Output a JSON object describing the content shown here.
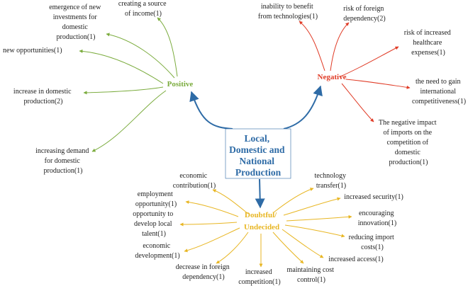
{
  "colors": {
    "center": "#2e6ba6",
    "positive": "#7aab3c",
    "negative": "#e03b26",
    "doubtful": "#e8b623",
    "label": "#222222"
  },
  "center": {
    "lines": [
      "Local,",
      "Domestic and",
      "National",
      "Production"
    ]
  },
  "positive": {
    "title": "Positive",
    "items": [
      {
        "lines": [
          "emergence of new",
          "investments for",
          "domestic",
          "production(1)"
        ]
      },
      {
        "lines": [
          "creating a source",
          "of income(1)"
        ]
      },
      {
        "lines": [
          "new opportunities(1)"
        ]
      },
      {
        "lines": [
          "increase in domestic",
          "production(2)"
        ]
      },
      {
        "lines": [
          "increasing demand",
          "for domestic",
          "production(1)"
        ]
      }
    ]
  },
  "negative": {
    "title": "Negative",
    "items": [
      {
        "lines": [
          "inability to benefit",
          "from technologies(1)"
        ]
      },
      {
        "lines": [
          "risk of foreign",
          "dependency(2)"
        ]
      },
      {
        "lines": [
          "risk of increased",
          "healthcare",
          "expenses(1)"
        ]
      },
      {
        "lines": [
          "the need to gain",
          "international",
          "competitiveness(1)"
        ]
      },
      {
        "lines": [
          "The negative impact",
          "of imports on the",
          "competition of",
          "domestic",
          "production(1)"
        ]
      }
    ]
  },
  "doubtful": {
    "title_lines": [
      "Doubtful/",
      "Undecided"
    ],
    "items": [
      {
        "lines": [
          "economic",
          "contribution(1)"
        ]
      },
      {
        "lines": [
          "employment",
          "opportunity(1)"
        ]
      },
      {
        "lines": [
          "opportunity to",
          "develop local",
          "talent(1)"
        ]
      },
      {
        "lines": [
          "economic",
          "development(1)"
        ]
      },
      {
        "lines": [
          "decrease in foreign",
          "dependency(1)"
        ]
      },
      {
        "lines": [
          "increased",
          "competition(1)"
        ]
      },
      {
        "lines": [
          "maintaining cost",
          "control(1)"
        ]
      },
      {
        "lines": [
          "increased access(1)"
        ]
      },
      {
        "lines": [
          "reducing import",
          "costs(1)"
        ]
      },
      {
        "lines": [
          "encouraging",
          "innovation(1)"
        ]
      },
      {
        "lines": [
          "increased security(1)"
        ]
      },
      {
        "lines": [
          "technology",
          "transfer(1)"
        ]
      }
    ]
  }
}
